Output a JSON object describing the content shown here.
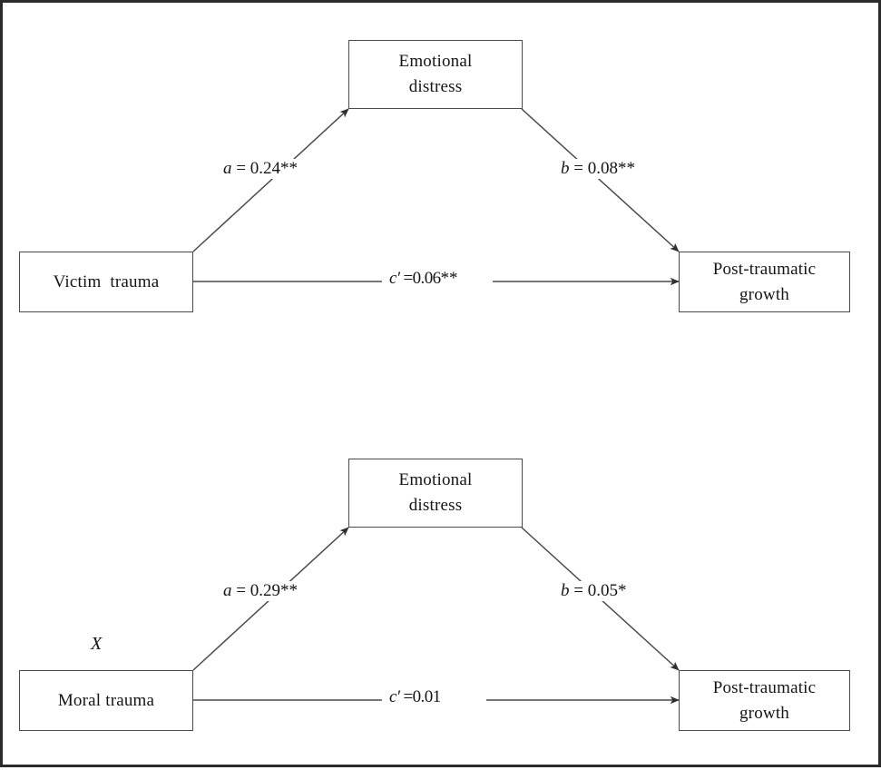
{
  "figure": {
    "title": "Mediation model diagrams",
    "border_color": "#2b2b2b",
    "line_color": "#4a4a4a",
    "text_color": "#151515"
  },
  "models": [
    {
      "id": "victim-trauma-model",
      "predictor": {
        "line1": "Victim  trauma"
      },
      "mediator": {
        "line1": "Emotional",
        "line2": "distress"
      },
      "outcome": {
        "line1": "Post-traumatic",
        "line2": "growth"
      },
      "paths": {
        "a": {
          "symbol": "a",
          "eq": " = 0.24",
          "stars": "**"
        },
        "b": {
          "symbol": "b",
          "eq": " = 0.08",
          "stars": "**"
        },
        "c_prime": {
          "symbol": "c′",
          "eq": " =0.06",
          "stars": "**"
        }
      },
      "annotation": ""
    },
    {
      "id": "moral-trauma-model",
      "predictor": {
        "line1": "Moral trauma"
      },
      "mediator": {
        "line1": "Emotional",
        "line2": "distress"
      },
      "outcome": {
        "line1": "Post-traumatic",
        "line2": "growth"
      },
      "paths": {
        "a": {
          "symbol": "a",
          "eq": " = 0.29",
          "stars": "**"
        },
        "b": {
          "symbol": "b",
          "eq": " = 0.05",
          "stars": "*"
        },
        "c_prime": {
          "symbol": "c′",
          "eq": " =0.01",
          "stars": ""
        }
      },
      "annotation": "X"
    }
  ]
}
